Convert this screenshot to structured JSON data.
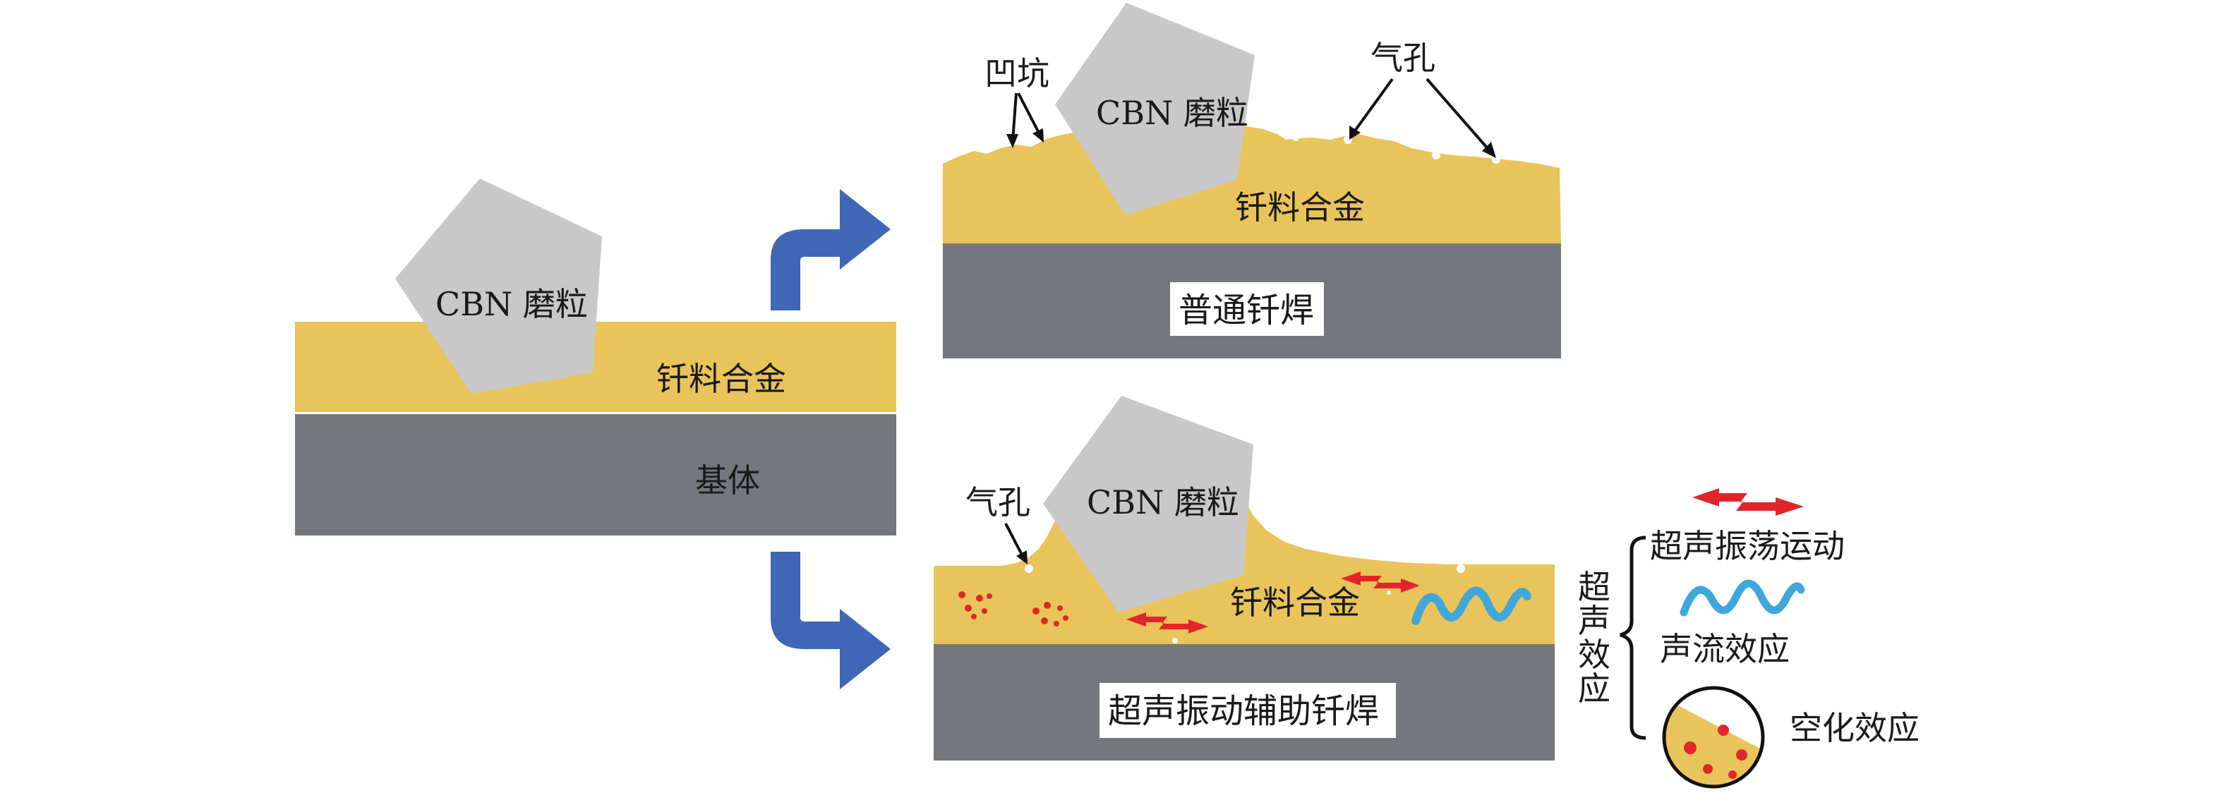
{
  "left_panel": {
    "grain_label": "CBN 磨粒",
    "alloy_label": "钎料合金",
    "substrate_label": "基体"
  },
  "top_panel": {
    "grain_label": "CBN 磨粒",
    "alloy_label": "钎料合金",
    "pit_label": "凹坑",
    "pore_label": "气孔",
    "process_label": "普通钎焊"
  },
  "bottom_panel": {
    "grain_label": "CBN 磨粒",
    "alloy_label": "钎料合金",
    "pore_label": "气孔",
    "process_label": "超声振动辅助钎焊"
  },
  "legend": {
    "group_label": [
      "超",
      "声",
      "效",
      "应"
    ],
    "items": [
      {
        "icon": "red-zigzag-arrow-icon",
        "label": "超声振荡运动"
      },
      {
        "icon": "blue-wave-icon",
        "label": "声流效应"
      },
      {
        "icon": "cavitation-circle-icon",
        "label": "空化效应"
      }
    ]
  },
  "colors": {
    "alloy": "#E9C45A",
    "substrate": "#74777D",
    "grain": "#C8C8C8",
    "arrow_blue": "#3F67B5",
    "oscillation_red": "#E0262A",
    "wave_blue": "#3FA7DB"
  }
}
